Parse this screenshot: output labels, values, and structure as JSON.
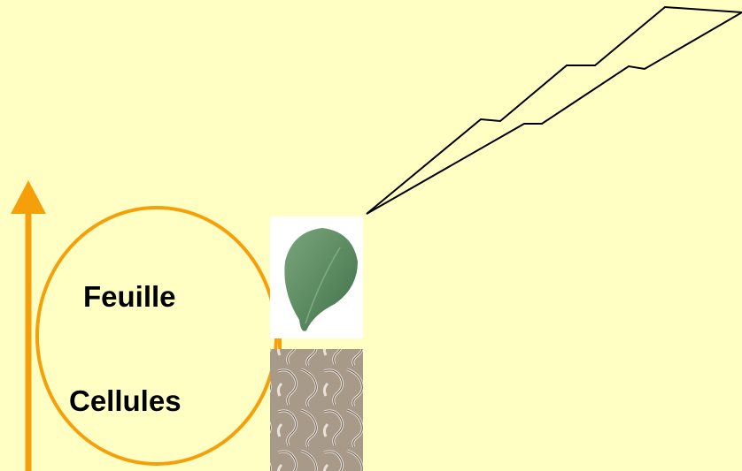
{
  "labels": {
    "leaf": "Feuille",
    "cells": "Cellules"
  },
  "colors": {
    "background": "#ffffc4",
    "accent_orange": "#f5a00a",
    "leaf_green": "#5e8c62",
    "cell_tissue": "#a89a88"
  },
  "icons": {
    "scale_arrow": "up-arrow-icon",
    "group_circle": "circle-outline",
    "zoom_lines": "zoom-callout-lines",
    "leaf_photo": "leaf-image",
    "cells_photo": "cell-tissue-image"
  }
}
